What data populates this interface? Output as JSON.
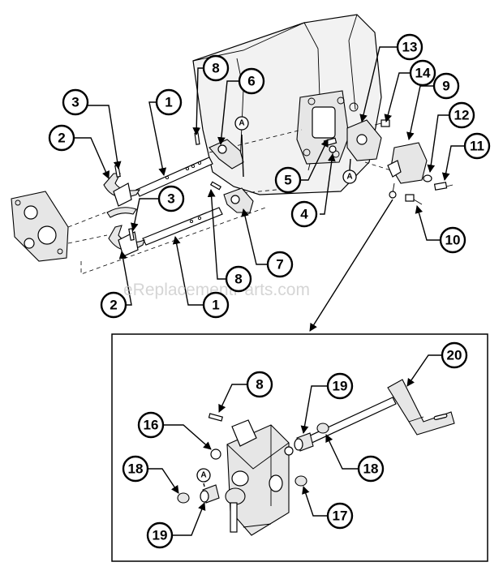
{
  "watermark": "eReplacementParts.com",
  "icons": {
    "arrowhead": "filled-triangle",
    "callout": "numbered-circle",
    "reference": "lettered-circle"
  },
  "callouts": [
    {
      "id": "c1a",
      "label": "1"
    },
    {
      "id": "c1b",
      "label": "1"
    },
    {
      "id": "c2a",
      "label": "2"
    },
    {
      "id": "c2b",
      "label": "2"
    },
    {
      "id": "c3a",
      "label": "3"
    },
    {
      "id": "c3b",
      "label": "3"
    },
    {
      "id": "c4",
      "label": "4"
    },
    {
      "id": "c5",
      "label": "5"
    },
    {
      "id": "c6",
      "label": "6"
    },
    {
      "id": "c7",
      "label": "7"
    },
    {
      "id": "c8a",
      "label": "8"
    },
    {
      "id": "c8b",
      "label": "8"
    },
    {
      "id": "c8c",
      "label": "8"
    },
    {
      "id": "c9",
      "label": "9"
    },
    {
      "id": "c10",
      "label": "10"
    },
    {
      "id": "c11",
      "label": "11"
    },
    {
      "id": "c12",
      "label": "12"
    },
    {
      "id": "c13",
      "label": "13"
    },
    {
      "id": "c14",
      "label": "14"
    },
    {
      "id": "c16",
      "label": "16"
    },
    {
      "id": "c17",
      "label": "17"
    },
    {
      "id": "c18a",
      "label": "18"
    },
    {
      "id": "c18b",
      "label": "18"
    },
    {
      "id": "c19a",
      "label": "19"
    },
    {
      "id": "c19b",
      "label": "19"
    },
    {
      "id": "c20",
      "label": "20"
    }
  ],
  "references": [
    {
      "id": "ra1",
      "label": "A"
    },
    {
      "id": "ra2",
      "label": "A"
    },
    {
      "id": "ra3",
      "label": "A"
    }
  ]
}
